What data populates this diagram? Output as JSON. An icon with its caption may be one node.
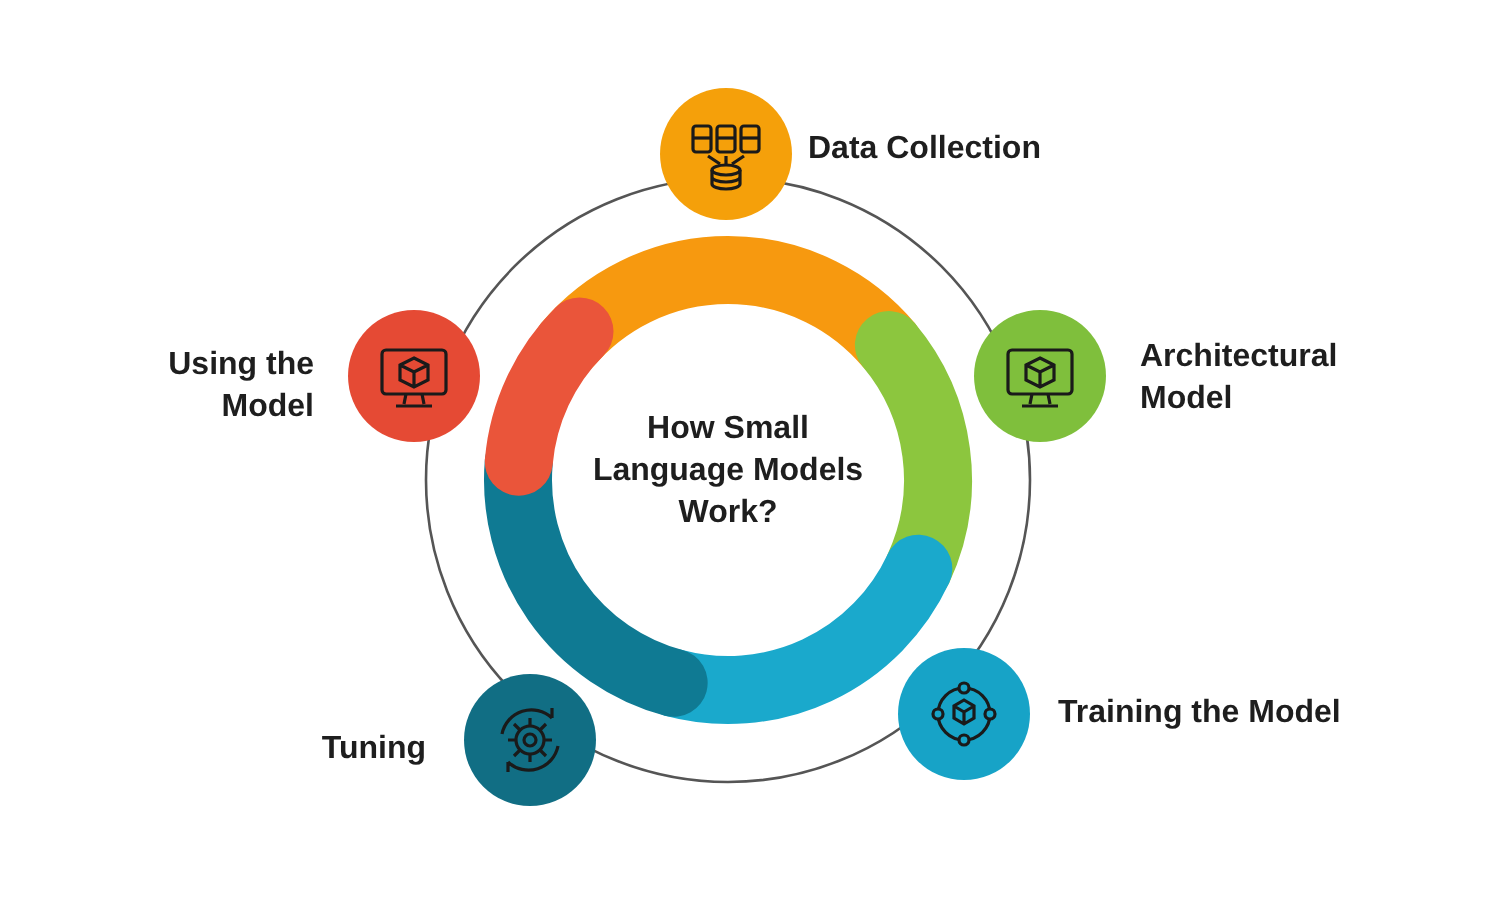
{
  "diagram": {
    "nodes": [
      {
        "text": [
          "How Small Language Models Work?"
        ]
      },
      {
        "text": [
          "Data Collection"
        ]
      },
      {
        "text": [
          "Architectural Model"
        ]
      },
      {
        "text": [
          "Training the Model"
        ]
      },
      {
        "text": [
          "Tuning"
        ]
      },
      {
        "text": [
          "Using the Model"
        ]
      }
    ],
    "edges": []
  }
}
